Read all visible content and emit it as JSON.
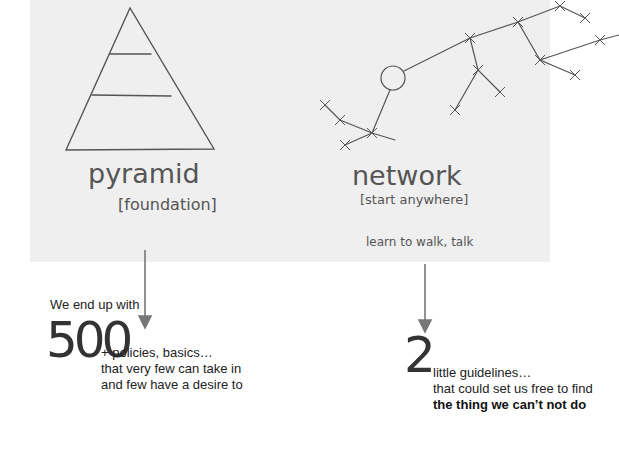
{
  "diagram": {
    "labels": [
      "pyramid",
      "[foundation]",
      "network",
      "[start anywhere]",
      "learn to walk, talk",
      "We end up with",
      "500",
      "+ policies, basics…",
      "that very few can take in",
      "and few have a desire to",
      "2",
      "little guidelines…",
      "that could set us free to find",
      "the thing we can’t not do"
    ]
  }
}
